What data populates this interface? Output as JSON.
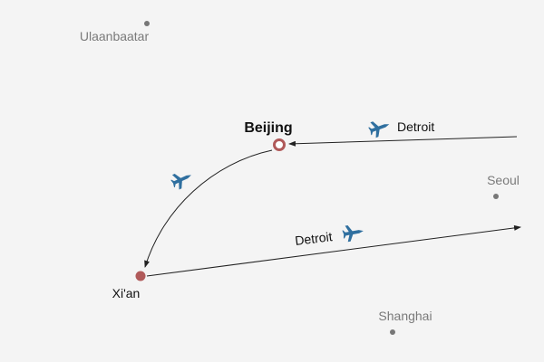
{
  "map": {
    "background_color": "#f4f4f4",
    "cities": {
      "ulaanbaatar": {
        "name": "Ulaanbaatar"
      },
      "beijing": {
        "name": "Beijing"
      },
      "seoul": {
        "name": "Seoul"
      },
      "xian": {
        "name": "Xi'an"
      },
      "shanghai": {
        "name": "Shanghai"
      }
    },
    "routes": {
      "incoming": {
        "label": "Detroit",
        "icon": "airplane-icon"
      },
      "beijing_to_xian": {
        "label": "",
        "icon": "airplane-icon"
      },
      "outgoing": {
        "label": "Detroit",
        "icon": "airplane-icon"
      }
    },
    "colors": {
      "minor_city": "#777777",
      "origin_marker": "#b05a5a",
      "route_line": "#222222",
      "airplane": "#2f6f9f"
    }
  }
}
